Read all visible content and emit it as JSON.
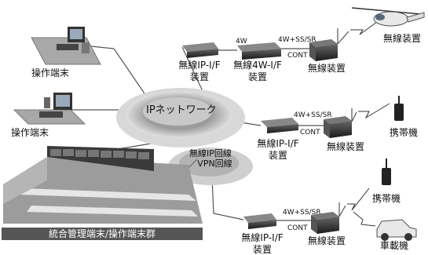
{
  "nodes": {
    "operator_terminal_1": "操作端末",
    "operator_terminal_2": "操作端末",
    "ip_network": "IPネットワーク",
    "radio_ip_vpn": "無線IP回線／VPN回線",
    "control_group": "統合管理端末/操作端末群",
    "if_top": [
      "無線IP-I/F",
      "装置"
    ],
    "radio4w_if": [
      "無線4W-I/F",
      "装置"
    ],
    "radio_unit_top": "無線装置",
    "radio_unit_heli": "無線装置",
    "if_mid": [
      "無線IP-I/F",
      "装置"
    ],
    "radio_unit_mid": "無線装置",
    "handheld_1": "携帯機",
    "handheld_2": "携帯機",
    "if_bottom": [
      "無線IP-I/F",
      "装置"
    ],
    "radio_unit_bottom": "無線装置",
    "vehicle_radio": "車載機"
  },
  "links": {
    "top_4w": "4W",
    "top_4wss": "4W+SS/SR",
    "top_cont": "CONT",
    "mid_4wss": "4W+SS/SR",
    "mid_cont": "CONT",
    "bottom_4wss": "4W+SS/SR",
    "bottom_cont": "CONT"
  }
}
